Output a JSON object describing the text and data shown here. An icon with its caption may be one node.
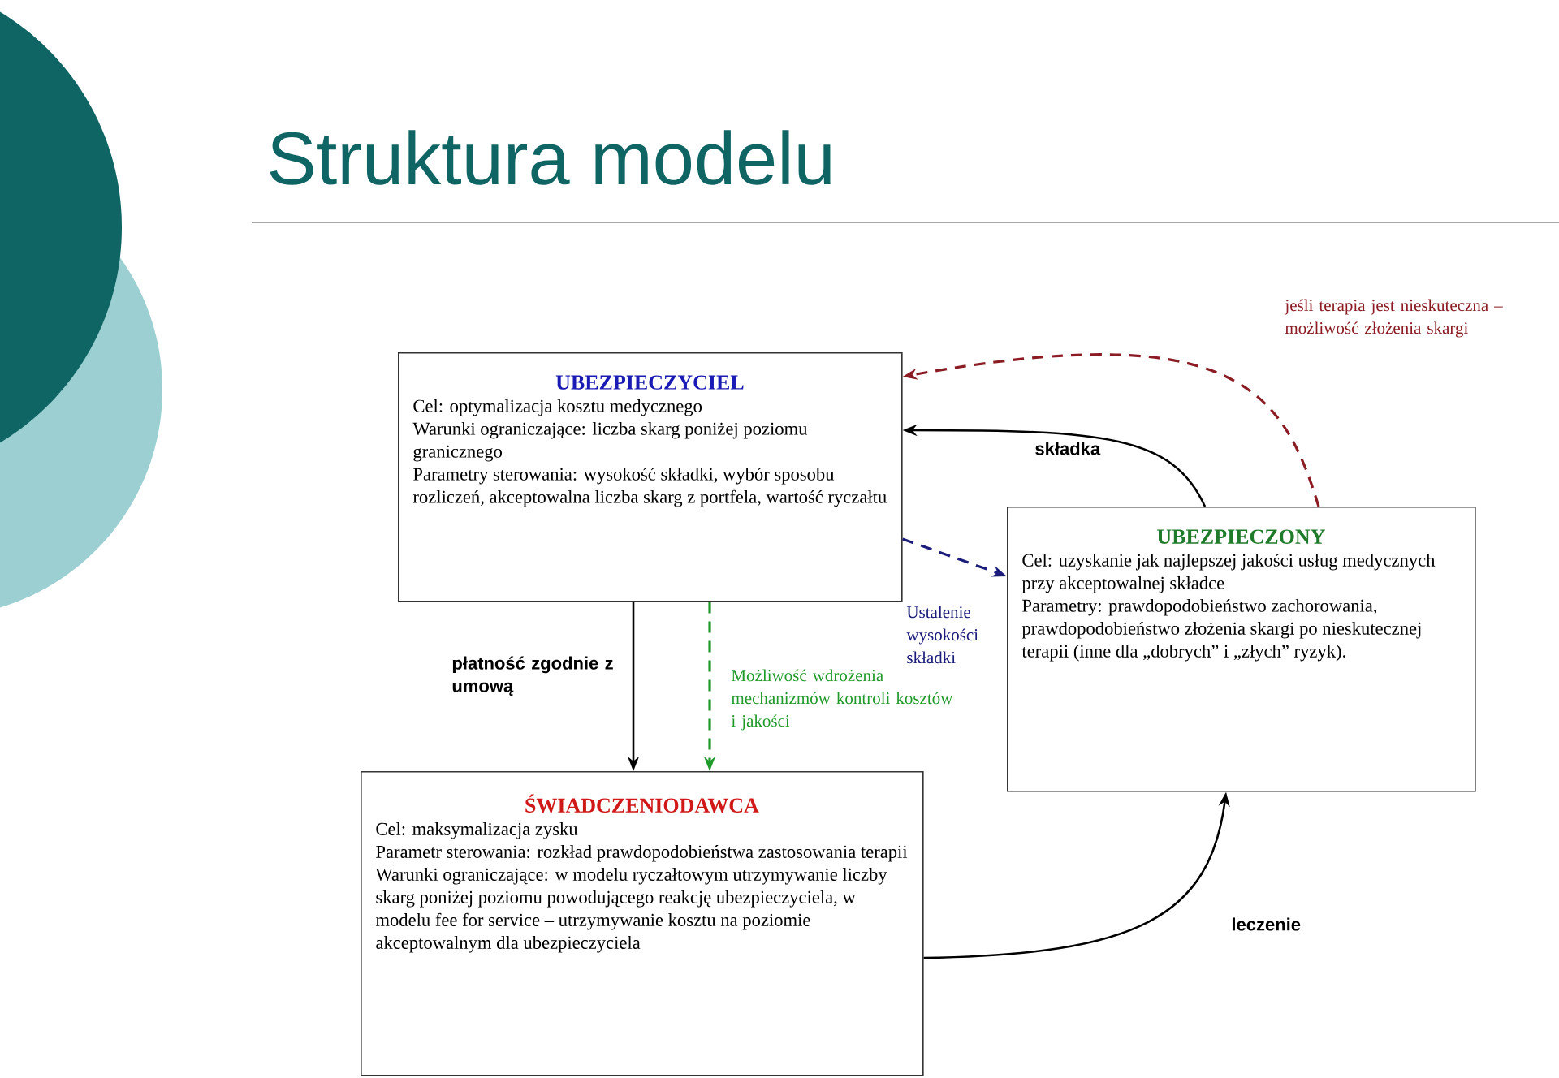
{
  "diagram": {
    "title": "Struktura modelu",
    "nodes": [
      {
        "text": [
          "UBEZPIECZYCIEL",
          "Cel: optymalizacja kosztu medycznego",
          "Warunki ograniczające: liczba skarg poniżej poziomu granicznego",
          "Parametry sterowania: wysokość składki, wybór sposobu rozliczeń, akceptowalna liczba skarg z portfela, wartość ryczałtu"
        ]
      },
      {
        "text": [
          "UBEZPIECZONY",
          "Cel: uzyskanie jak najlepszej jakości usług medycznych przy akceptowalnej składce",
          "Parametry: prawdopodobieństwo zachorowania, prawdopodobieństwo złożenia skargi po nieskutecznej terapii (inne dla „dobrych” i „złych” ryzyk)."
        ]
      },
      {
        "text": [
          "ŚWIADCZENIODAWCA",
          "Cel: maksymalizacja zysku",
          "Parametr sterowania: rozkład prawdopodobieństwa zastosowania terapii",
          "Warunki ograniczające: w modelu ryczałtowym utrzymywanie liczby skarg poniżej poziomu powodującego reakcję ubezpieczyciela, w modelu fee for service – utrzymywanie kosztu na poziomie akceptowalnym dla ubezpieczyciela"
        ]
      }
    ],
    "edges": [
      {
        "from": 1,
        "to": 0,
        "arrow": "to",
        "label": "składka"
      },
      {
        "from": 1,
        "to": 0,
        "arrow": "to",
        "style": "dashed",
        "color": "#8b1c24",
        "label": "jeśli terapia jest nieskuteczna – możliwość złożenia skargi"
      },
      {
        "from": 0,
        "to": 1,
        "arrow": "to",
        "style": "dashed",
        "color": "#1c1c7a",
        "label": "Ustalenie wysokości składki"
      },
      {
        "from": 0,
        "to": 2,
        "arrow": "to",
        "label": "płatność zgodnie z umową"
      },
      {
        "from": 0,
        "to": 2,
        "arrow": "to",
        "style": "dashed",
        "color": "#1f9a2a",
        "label": "Możliwość wdrożenia mechanizmów kontroli kosztów i jakości"
      },
      {
        "from": 2,
        "to": 1,
        "arrow": "to",
        "label": "leczenie"
      }
    ]
  }
}
